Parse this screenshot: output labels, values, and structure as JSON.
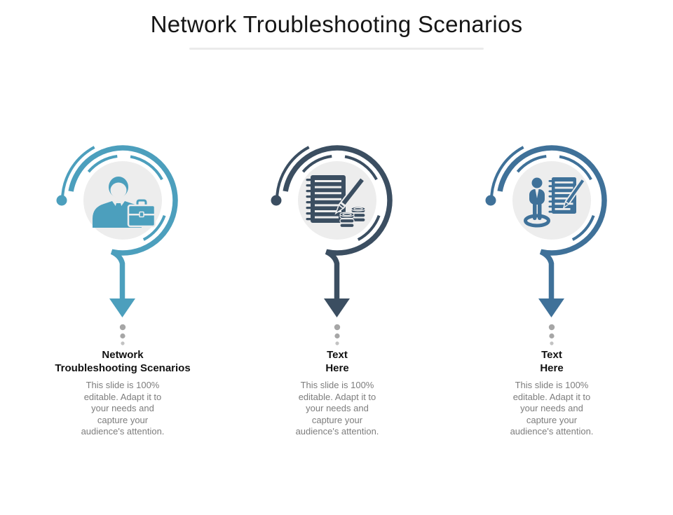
{
  "slide": {
    "title": "Network Troubleshooting Scenarios",
    "colors": {
      "title_text": "#161616",
      "divider": "#ebebeb",
      "inner_circle": "#ededed",
      "dots": "#a6a6a6",
      "dots_light": "#c3c3c3",
      "heading_text": "#121212",
      "body_text": "#7d7d7d",
      "accent_teal": "#4c9fbd",
      "accent_dark_slate": "#3b4e61",
      "accent_steel_blue": "#3f7199"
    },
    "items": [
      {
        "accent": "#4c9fbd",
        "icon": "businessman-briefcase-icon",
        "heading": "Network\nTroubleshooting Scenarios",
        "body": "This slide is 100%\neditable. Adapt it to\nyour needs and\ncapture your\naudience's attention."
      },
      {
        "accent": "#3b4e61",
        "icon": "notepad-pen-coins-icon",
        "heading": "Text\nHere",
        "body": "This slide is 100%\neditable. Adapt it to\nyour needs and\ncapture your\naudience's attention."
      },
      {
        "accent": "#3f7199",
        "icon": "person-clipboard-icon",
        "heading": "Text\nHere",
        "body": "This slide is 100%\neditable. Adapt it to\nyour needs and\ncapture your\naudience's attention."
      }
    ]
  }
}
